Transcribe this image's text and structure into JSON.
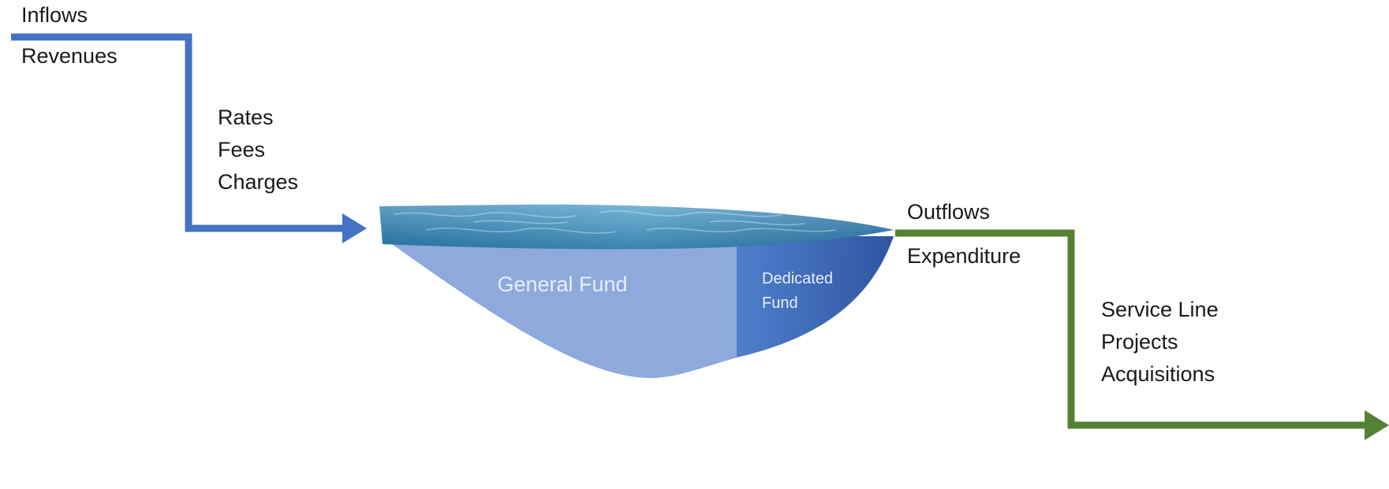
{
  "inflows": {
    "heading": "Inflows",
    "subheading": "Revenues",
    "items": [
      "Rates",
      "Fees",
      "Charges"
    ],
    "color": "#4472C4"
  },
  "fund": {
    "general_label": "General Fund",
    "dedicated_label": "Dedicated Fund",
    "general_color": "#8EA9DB",
    "dedicated_color": "#4472C4",
    "water_color": "#2E86B8"
  },
  "outflows": {
    "heading": "Outflows",
    "subheading": "Expenditure",
    "items": [
      "Service Line",
      "Projects",
      "Acquisitions"
    ],
    "color": "#548235"
  }
}
